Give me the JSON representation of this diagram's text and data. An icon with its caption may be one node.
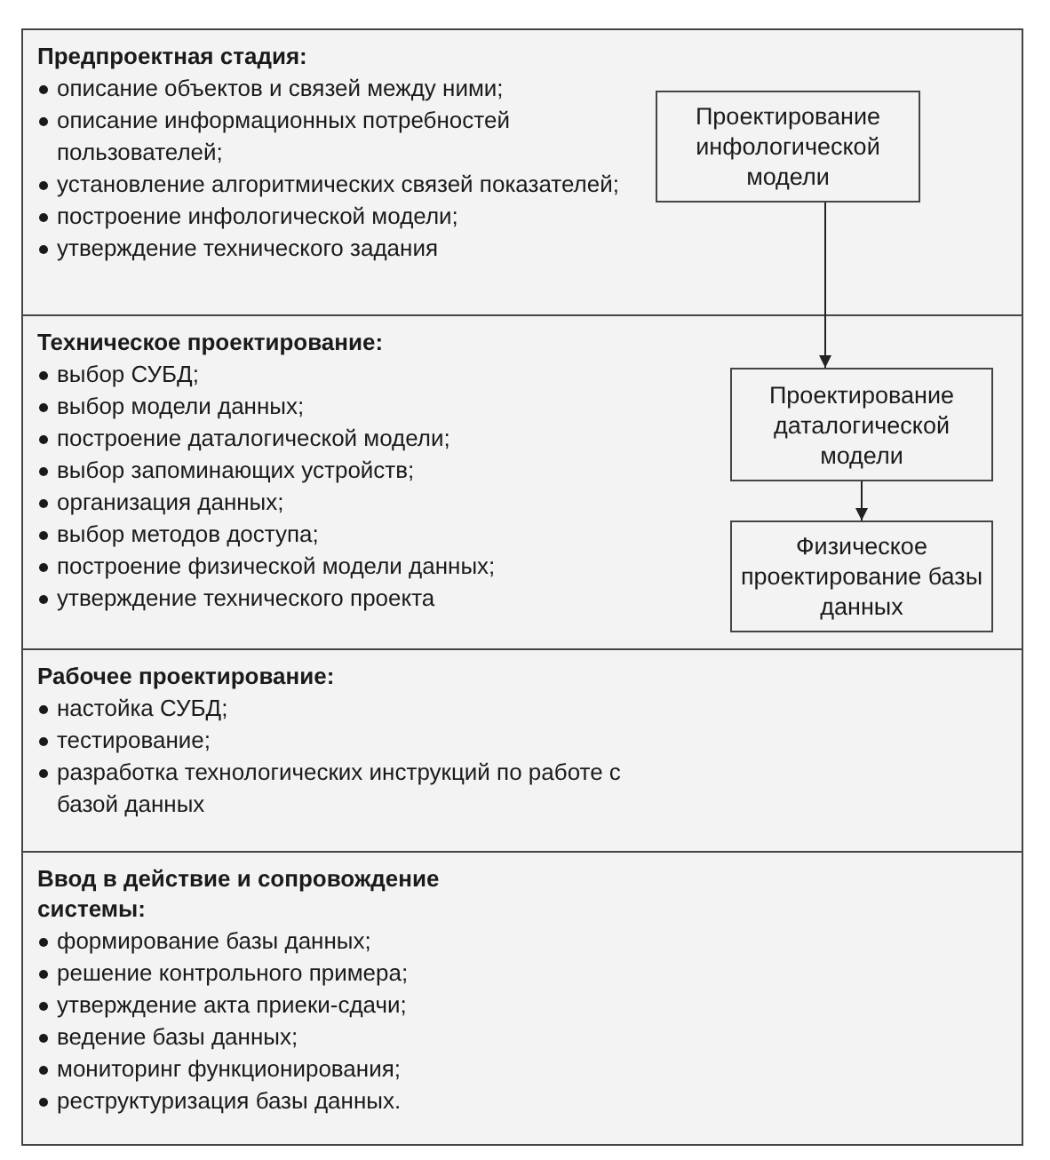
{
  "diagram": {
    "nodes": [
      {
        "text": [
          "Предпроектная стадия:",
          "описание объектов и связей между ними;",
          "описание информационных потребностей пользователей;",
          "установление алгоритмических связей показателей;",
          "построение инфологической модели;",
          "утверждение технического задания"
        ]
      },
      {
        "text": [
          "Проектирование инфологической модели"
        ],
        "in": 0
      },
      {
        "text": [
          "Техническое проектирование:",
          "выбор СУБД;",
          "выбор модели данных;",
          "построение даталогической модели;",
          "выбор запоминающих устройств;",
          "организация данных;",
          "выбор методов доступа;",
          "построение физической модели данных;",
          "утверждение технического проекта"
        ]
      },
      {
        "text": [
          "Проектирование даталогической модели"
        ],
        "in": 2
      },
      {
        "text": [
          "Физическое проектирование базы данных"
        ],
        "in": 2
      },
      {
        "text": [
          "Рабочее проектирование:",
          "настойка СУБД;",
          "тестирование;",
          "разработка технологических инструкций по работе с базой данных"
        ]
      },
      {
        "text": [
          "Ввод в действие и сопровождение системы:",
          "формирование базы данных;",
          "решение контрольного примера;",
          "утверждение акта приеки-сдачи;",
          "ведение базы данных;",
          "мониторинг функционирования;",
          "реструктуризация базы данных."
        ]
      }
    ],
    "edges": [
      {
        "from": 1,
        "to": 3,
        "arrow": "to"
      },
      {
        "from": 3,
        "to": 4,
        "arrow": "to"
      }
    ]
  }
}
